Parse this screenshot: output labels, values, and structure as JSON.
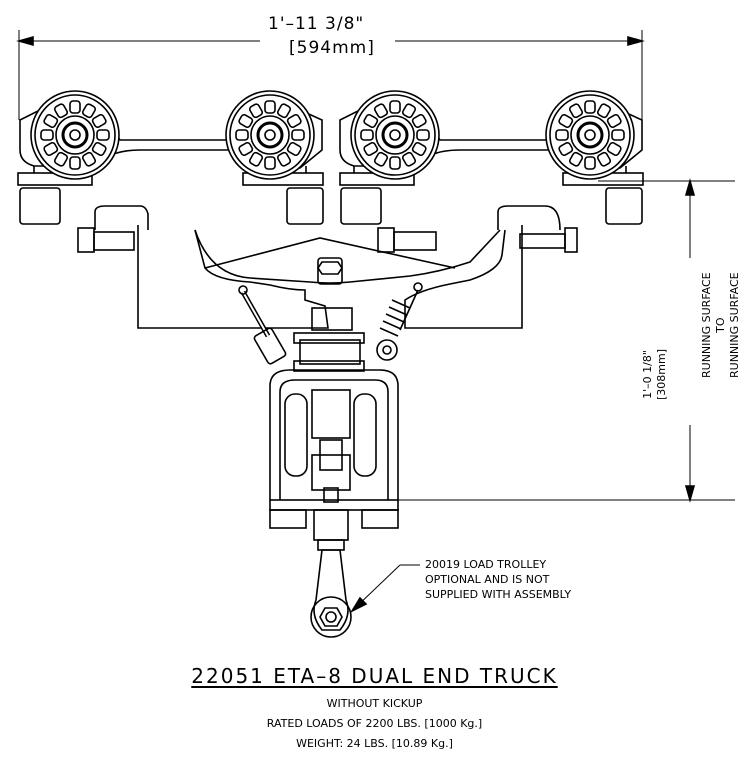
{
  "dimensions": {
    "width_imperial": "1'–11 3/8\"",
    "width_metric": "[594mm]",
    "height_imperial": "1'–0 1/8\"",
    "height_metric": "[308mm]",
    "height_label_line1": "RUNNING SURFACE",
    "height_label_line2": "TO",
    "height_label_line3": "RUNNING SURFACE"
  },
  "callout": {
    "line1": "20019 LOAD TROLLEY",
    "line2": "OPTIONAL AND IS NOT",
    "line3": "SUPPLIED WITH ASSEMBLY"
  },
  "title": {
    "main": "22051  ETA–8  DUAL  END  TRUCK",
    "line1": "WITHOUT KICKUP",
    "line2": "RATED LOADS OF 2200 LBS. [1000 Kg.]",
    "line3": "WEIGHT: 24 LBS. [10.89 Kg.]"
  }
}
